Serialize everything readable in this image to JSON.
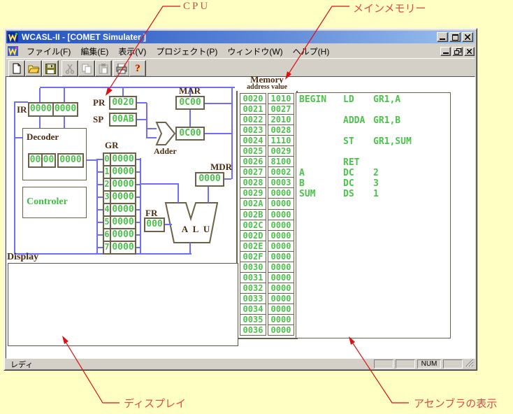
{
  "annotations": {
    "cpu": "CPU",
    "main_memory": "メインメモリー",
    "display": "ディスプレイ",
    "assembler_view": "アセンブラの表示"
  },
  "window": {
    "title": "WCASL-II - [COMET Simulater ]",
    "menu_items": [
      "ファイル(F)",
      "編集(E)",
      "表示(V)",
      "プロジェクト(P)",
      "ウィンドウ(W)",
      "ヘルプ(H)"
    ],
    "toolbar": {
      "help_glyph": "?"
    },
    "statusbar": {
      "ready": "レディ",
      "num": "NUM"
    }
  },
  "cpu": {
    "ir": {
      "label": "IR",
      "value1": "0000",
      "value2": "0000"
    },
    "pr": {
      "label": "PR",
      "value": "0020"
    },
    "sp": {
      "label": "SP",
      "value": "00AB"
    },
    "mar": {
      "label": "MAR",
      "value": "0C00"
    },
    "mar2": {
      "value": "0C00"
    },
    "adder_label": "Adder",
    "decoder": {
      "label": "Decoder",
      "field1": "00",
      "field2": "00",
      "field3": "0000"
    },
    "controler_label": "Controler",
    "gr": {
      "label": "GR",
      "rows": [
        {
          "i": "0",
          "v": "0000"
        },
        {
          "i": "1",
          "v": "0000"
        },
        {
          "i": "2",
          "v": "0000"
        },
        {
          "i": "3",
          "v": "0000"
        },
        {
          "i": "4",
          "v": "0000"
        },
        {
          "i": "5",
          "v": "0000"
        },
        {
          "i": "6",
          "v": "0000"
        },
        {
          "i": "7",
          "v": "0000"
        }
      ]
    },
    "fr": {
      "label": "FR",
      "value": "000"
    },
    "alu_label": "A L U",
    "mdr": {
      "label": "MDR",
      "value": "0000"
    }
  },
  "memory": {
    "title": "Memory",
    "legend": "address value",
    "rows": [
      {
        "a": "0020",
        "v": "1010"
      },
      {
        "a": "0021",
        "v": "0027"
      },
      {
        "a": "0022",
        "v": "2010"
      },
      {
        "a": "0023",
        "v": "0028"
      },
      {
        "a": "0024",
        "v": "1110"
      },
      {
        "a": "0025",
        "v": "0029"
      },
      {
        "a": "0026",
        "v": "8100"
      },
      {
        "a": "0027",
        "v": "0002"
      },
      {
        "a": "0028",
        "v": "0003"
      },
      {
        "a": "0029",
        "v": "0000"
      },
      {
        "a": "002A",
        "v": "0000"
      },
      {
        "a": "002B",
        "v": "0000"
      },
      {
        "a": "002C",
        "v": "0000"
      },
      {
        "a": "002D",
        "v": "0000"
      },
      {
        "a": "002E",
        "v": "0000"
      },
      {
        "a": "002F",
        "v": "0000"
      },
      {
        "a": "0030",
        "v": "0000"
      },
      {
        "a": "0031",
        "v": "0000"
      },
      {
        "a": "0032",
        "v": "0000"
      },
      {
        "a": "0033",
        "v": "0000"
      },
      {
        "a": "0034",
        "v": "0000"
      },
      {
        "a": "0035",
        "v": "0000"
      },
      {
        "a": "0036",
        "v": "0000"
      }
    ]
  },
  "assembler": {
    "rows": [
      {
        "row": 0,
        "label": "BEGIN",
        "op": "LD",
        "operand": "GR1,A"
      },
      {
        "row": 2,
        "label": "",
        "op": "ADDA",
        "operand": "GR1,B"
      },
      {
        "row": 4,
        "label": "",
        "op": "ST",
        "operand": "GR1,SUM"
      },
      {
        "row": 6,
        "label": "",
        "op": "RET",
        "operand": ""
      },
      {
        "row": 7,
        "label": "A",
        "op": "DC",
        "operand": "2"
      },
      {
        "row": 8,
        "label": "B",
        "op": "DC",
        "operand": "3"
      },
      {
        "row": 9,
        "label": "SUM",
        "op": "DS",
        "operand": "1"
      }
    ]
  },
  "display": {
    "label": "Display"
  }
}
